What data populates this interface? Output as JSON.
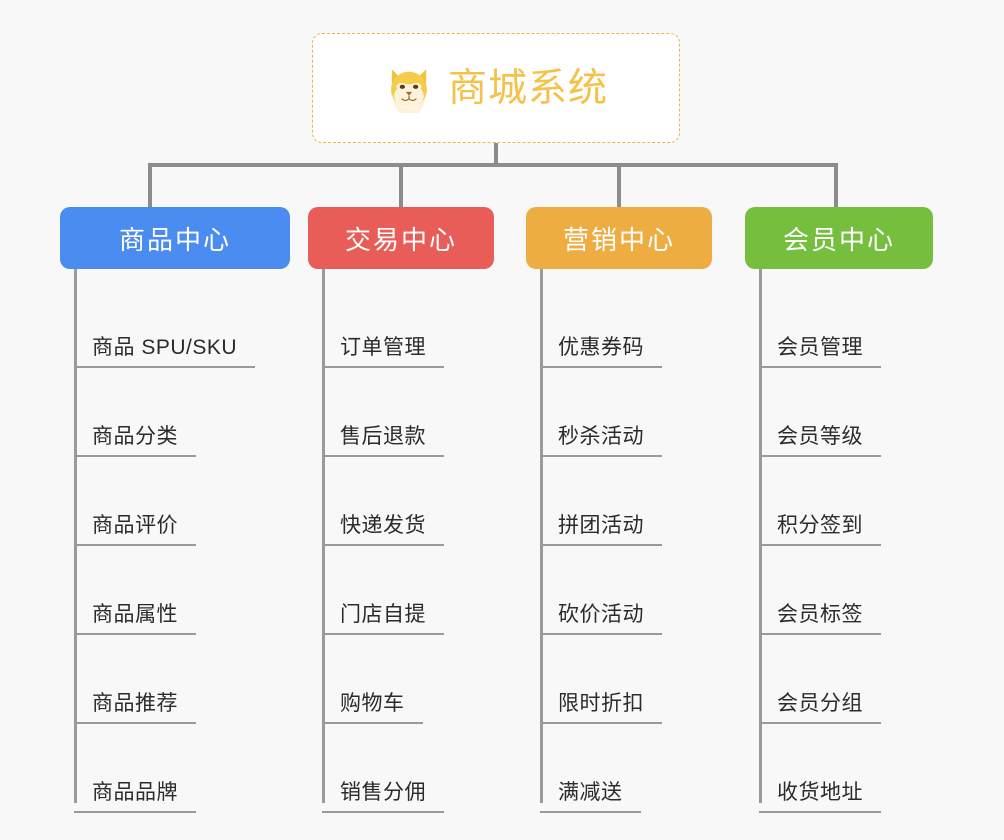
{
  "background_color": "#f8f8f8",
  "root": {
    "title": "商城系统",
    "icon": "shiba-inu-dog-face-emoji",
    "text_color": "#f5c249",
    "border_color": "#e8b54a",
    "border_style": "dashed"
  },
  "connector_color": "#8c8c8c",
  "columns": [
    {
      "title": "商品中心",
      "color": "#4a8cf0",
      "items": [
        "商品 SPU/SKU",
        "商品分类",
        "商品评价",
        "商品属性",
        "商品推荐",
        "商品品牌"
      ]
    },
    {
      "title": "交易中心",
      "color": "#e85d58",
      "items": [
        "订单管理",
        "售后退款",
        "快递发货",
        "门店自提",
        "购物车",
        "销售分佣"
      ]
    },
    {
      "title": "营销中心",
      "color": "#eead42",
      "items": [
        "优惠券码",
        "秒杀活动",
        "拼团活动",
        "砍价活动",
        "限时折扣",
        "满减送"
      ]
    },
    {
      "title": "会员中心",
      "color": "#76bf3e",
      "items": [
        "会员管理",
        "会员等级",
        "积分签到",
        "会员标签",
        "会员分组",
        "收货地址"
      ]
    }
  ]
}
